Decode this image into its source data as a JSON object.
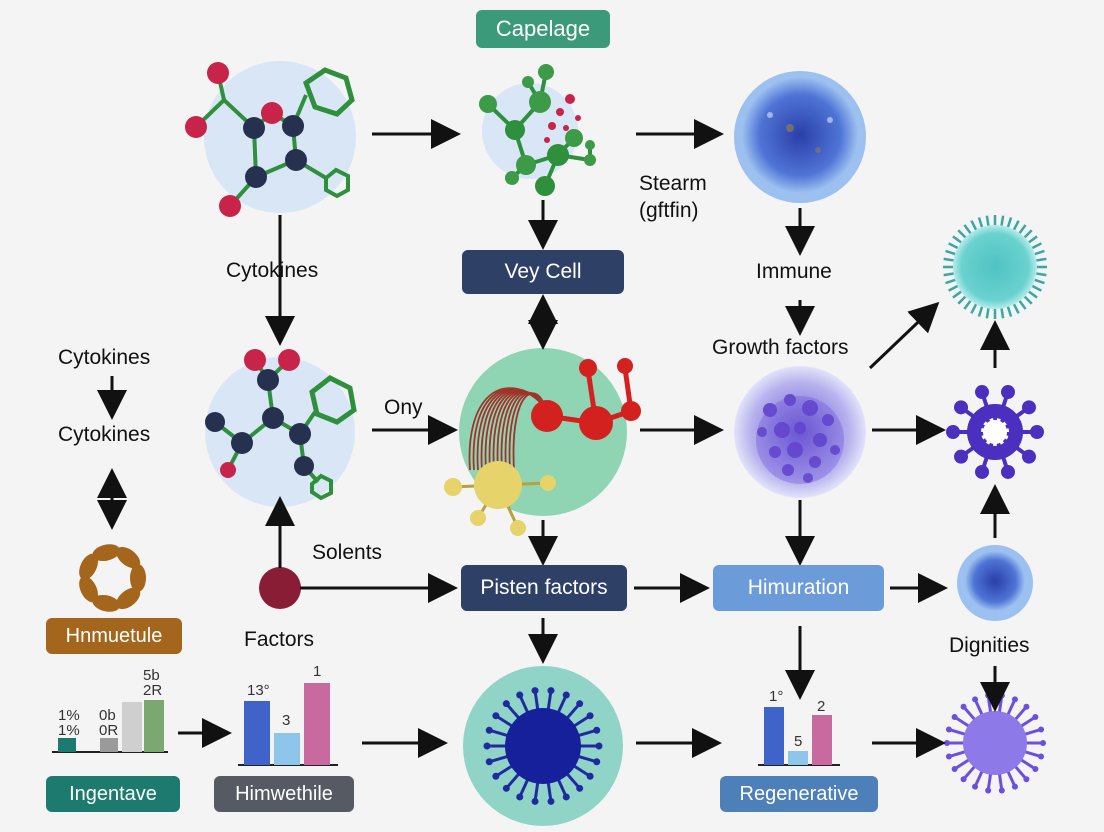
{
  "title_box": "Capelage",
  "labels": {
    "cytokines_top": "Cytokines",
    "stearm": "Stearm",
    "gftfin": "(gftfin)",
    "immune": "Immune",
    "growth_factors": "Growth factors",
    "cytokines_left_1": "Cytokines",
    "cytokines_left_2": "Cytokines",
    "ony": "Ony",
    "solents": "Solents",
    "factors": "Factors",
    "dignities": "Dignities"
  },
  "boxes": {
    "vey_cell": "Vey Cell",
    "pisten_factors": "Pisten factors",
    "himuration": "Himuration",
    "hnmuetule": "Hnmuetule",
    "ingentave": "Ingentave",
    "himwethile": "Himwethile",
    "regenerative": "Regenerative"
  },
  "mini_chart_1": {
    "labels": [
      "1%\n1%",
      "0b\n0R",
      "5b\n2R"
    ],
    "colors": [
      "#1c7a6f",
      "#9a9a9a",
      "#cfcfcf",
      "#7aa870"
    ]
  },
  "mini_chart_2": {
    "labels": [
      "13°",
      "3",
      "1"
    ],
    "colors": [
      "#3f63c9",
      "#8ec5ea",
      "#c86aa0"
    ]
  },
  "mini_chart_3": {
    "labels": [
      "1°",
      "5",
      "2"
    ],
    "colors": [
      "#3f63c9",
      "#8ec5ea",
      "#c86aa0"
    ]
  },
  "colors": {
    "navy": "#2f4066",
    "light_blue": "#6b9bd9",
    "teal": "#3a9a7a",
    "brown": "#a4661d",
    "green_molecule": "#3d9a46",
    "red_molecule": "#c8244a",
    "dark_node": "#26304f",
    "purple_cell": "#4b2fbf"
  }
}
